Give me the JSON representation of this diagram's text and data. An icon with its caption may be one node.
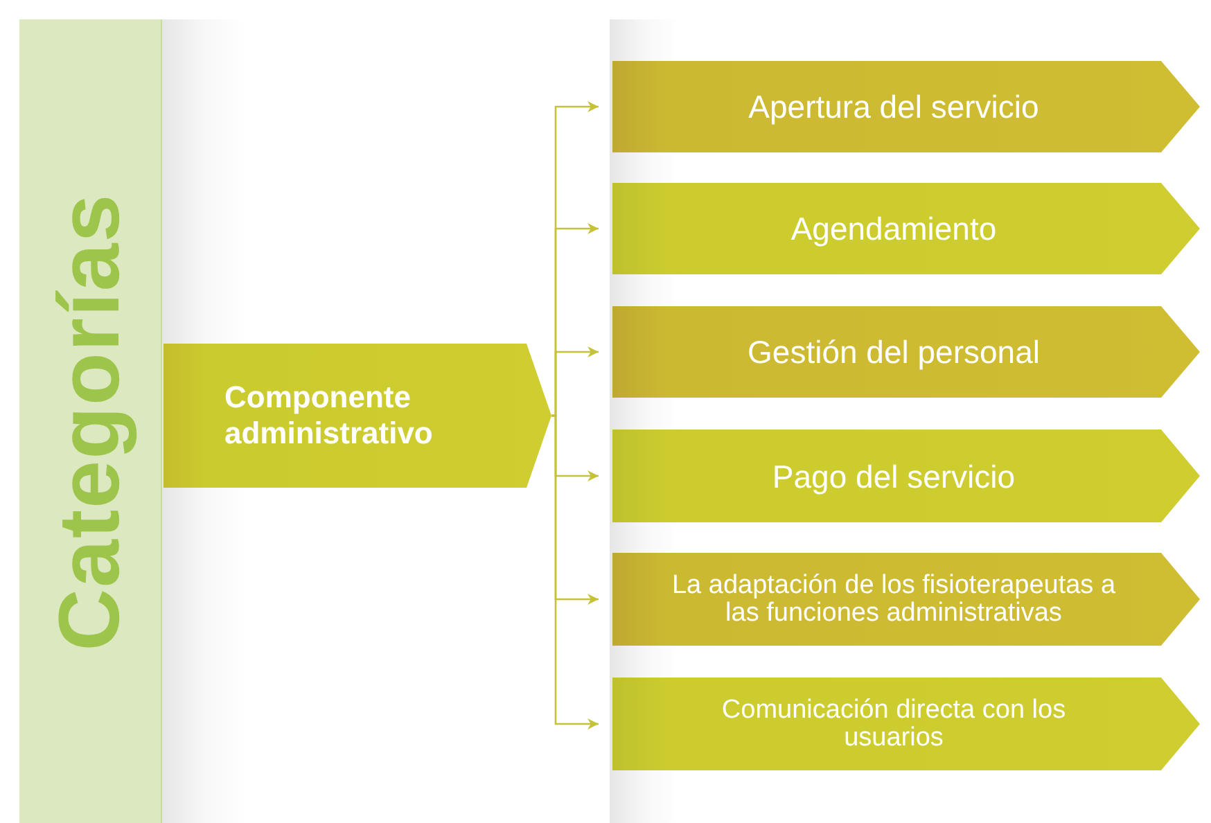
{
  "diagram": {
    "nodes": [
      {
        "text": [
          "Categorías"
        ]
      },
      {
        "text": [
          "Componente administrativo"
        ]
      },
      {
        "text": [
          "Apertura del servicio"
        ]
      },
      {
        "text": [
          "Agendamiento"
        ]
      },
      {
        "text": [
          "Gestión del personal"
        ]
      },
      {
        "text": [
          "Pago del servicio"
        ]
      },
      {
        "text": [
          "La adaptación de los fisioterapeutas a las funciones administrativas"
        ]
      },
      {
        "text": [
          "Comunicación directa con los usuarios"
        ]
      }
    ],
    "edges": [
      {
        "from": 1,
        "to": 2,
        "arrow": "to"
      },
      {
        "from": 1,
        "to": 3,
        "arrow": "to"
      },
      {
        "from": 1,
        "to": 4,
        "arrow": "to"
      },
      {
        "from": 1,
        "to": 5,
        "arrow": "to"
      },
      {
        "from": 1,
        "to": 6,
        "arrow": "to"
      },
      {
        "from": 1,
        "to": 7,
        "arrow": "to"
      }
    ]
  }
}
